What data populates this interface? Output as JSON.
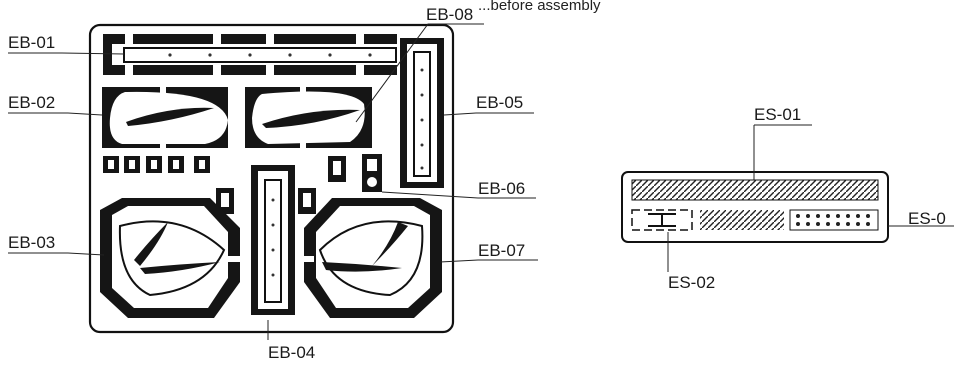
{
  "top_note": "...before assembly",
  "sheet_left": {
    "labels": [
      "EB-01",
      "EB-02",
      "EB-03",
      "EB-04",
      "EB-05",
      "EB-06",
      "EB-07",
      "EB-08"
    ]
  },
  "sheet_right": {
    "labels": [
      "ES-01",
      "ES-02",
      "ES-0"
    ]
  }
}
